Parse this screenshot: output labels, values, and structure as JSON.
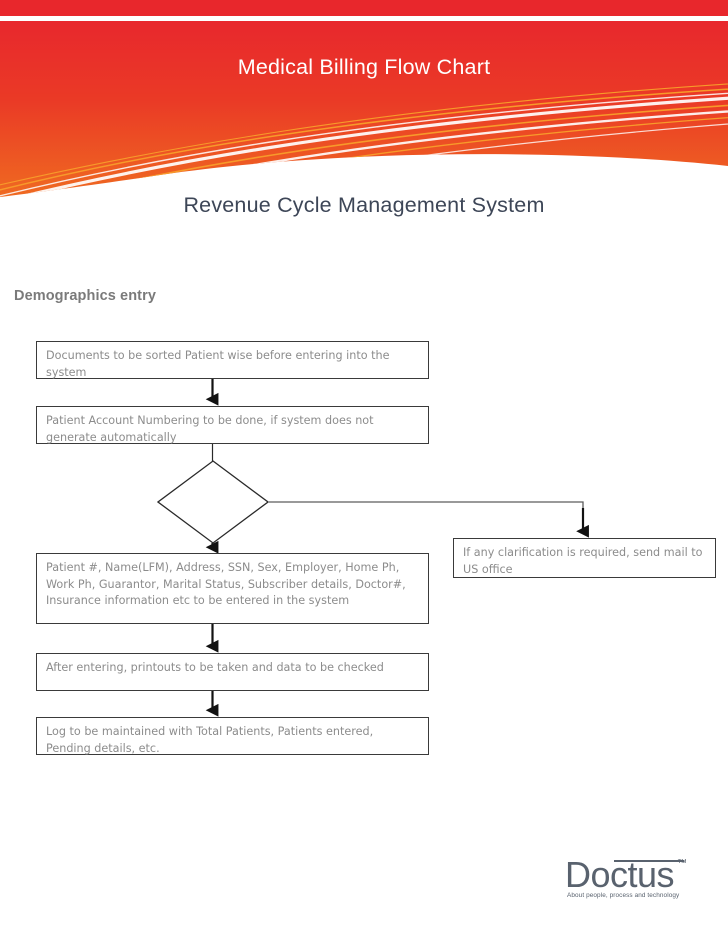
{
  "banner": {
    "title": "Medical Billing Flow Chart",
    "subtitle": "Revenue Cycle Management System",
    "colors": {
      "top_bar_red": "#e8272c",
      "banner_red": "#e8282d",
      "banner_orange": "#ef6322",
      "swoosh_white": "#ffffff",
      "swoosh_orange": "#f79a2a",
      "title_text": "#ffffff",
      "subtitle_text": "#3d4657"
    }
  },
  "section": {
    "heading": "Demographics entry",
    "heading_color": "#7a7a7a"
  },
  "flowchart": {
    "type": "flowchart",
    "node_text_color": "#8c8c8c",
    "node_border_color": "#3a3a3a",
    "nodes": [
      {
        "id": "documents",
        "shape": "rectangle",
        "text": "Documents to be sorted Patient wise before entering into the system"
      },
      {
        "id": "numbering",
        "shape": "rectangle",
        "text": "Patient Account Numbering to be done, if system does not generate automatically"
      },
      {
        "id": "decision",
        "shape": "diamond",
        "text": ""
      },
      {
        "id": "patient-details",
        "shape": "rectangle",
        "text": "Patient #, Name(LFM), Address, SSN, Sex, Employer, Home Ph, Work Ph, Guarantor, Marital Status, Subscriber details, Doctor#, Insurance information etc to be entered in the system"
      },
      {
        "id": "printouts",
        "shape": "rectangle",
        "text": "After entering, printouts to be taken and data to be checked"
      },
      {
        "id": "log",
        "shape": "rectangle",
        "text": "Log to be maintained with Total Patients, Patients entered, Pending details, etc."
      },
      {
        "id": "clarification",
        "shape": "rectangle",
        "text": "If any clarification is required, send mail to US office"
      }
    ],
    "edges": [
      {
        "from": "documents",
        "to": "numbering",
        "label": "",
        "arrow": true
      },
      {
        "from": "numbering",
        "to": "decision",
        "label": "",
        "arrow": false
      },
      {
        "from": "decision",
        "to": "patient-details",
        "label": "",
        "arrow": true
      },
      {
        "from": "decision",
        "to": "clarification",
        "label": "",
        "arrow": true
      },
      {
        "from": "patient-details",
        "to": "printouts",
        "label": "",
        "arrow": true
      },
      {
        "from": "printouts",
        "to": "log",
        "label": "",
        "arrow": true
      }
    ]
  },
  "footer": {
    "logo_word": "Doctus",
    "logo_tm": "™",
    "logo_tagline": "About people, process and technology",
    "logo_color": "#59626e"
  }
}
